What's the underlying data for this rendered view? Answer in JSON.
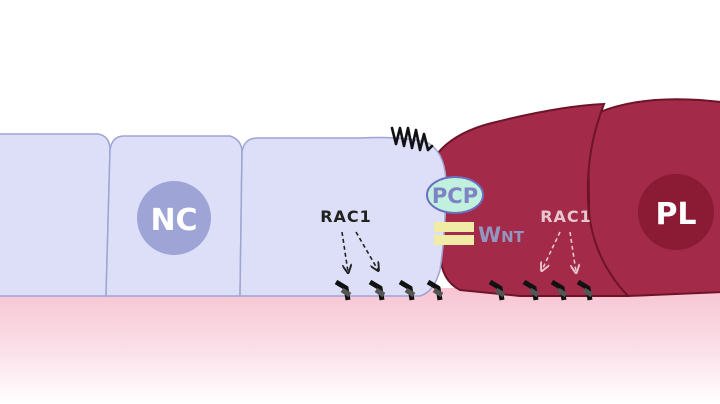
{
  "labels": {
    "nc": "NC",
    "pl": "PL",
    "pcp": "PCP",
    "wnt_w": "W",
    "wnt_rest": "NT",
    "rac1_left": "RAC1",
    "rac1_right": "RAC1"
  },
  "colors": {
    "nc_cell_fill": "#dcdff7",
    "nc_cell_stroke": "#9fa4d2",
    "nc_nucleus": "#9ea4d5",
    "pl_cell_fill": "#a32a48",
    "pl_cell_stroke": "#6e1428",
    "pl_nucleus": "#8b1a35",
    "pcp_fill": "#c2f0df",
    "pcp_stroke": "#6b6fc0",
    "pcp_text": "#7e83c4",
    "wnt_bars": "#f0eca6",
    "wnt_text": "#9496c2",
    "rac1_right_text": "#e8c6cf",
    "substrate": "#f7c4d3"
  },
  "icons": {
    "wnt_signal": "squiggle-icon",
    "integrin": "chevron-icon",
    "arrow": "dashed-arrow-icon"
  }
}
